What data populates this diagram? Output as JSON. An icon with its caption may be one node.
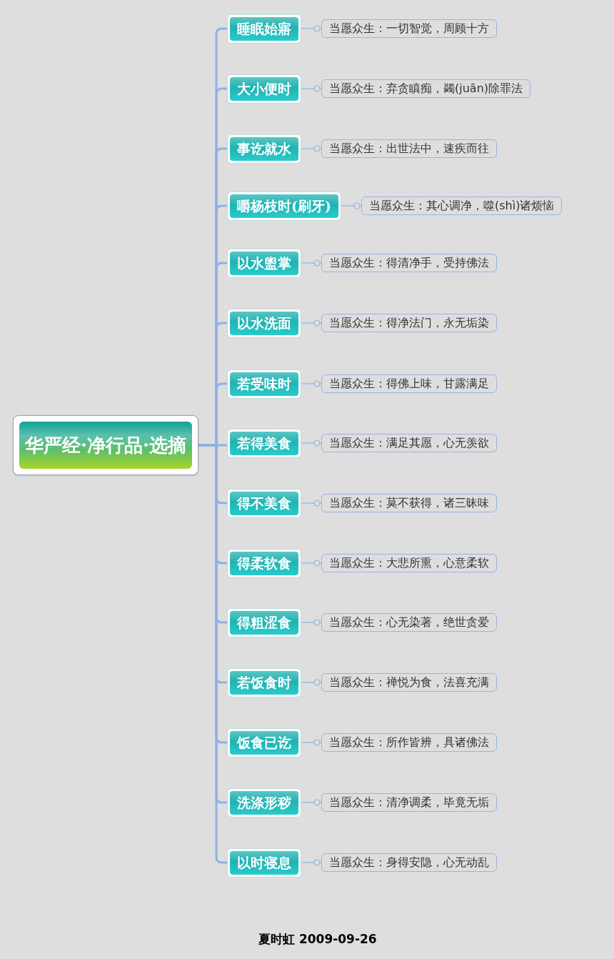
{
  "diagram": {
    "caption": "夏时虹 2009-09-26",
    "nodes": [
      {
        "text": [
          "华严经·净行品·选摘"
        ]
      },
      {
        "text": [
          "睡眠始寤"
        ]
      },
      {
        "text": [
          "当愿众生：一切智觉，周顾十方"
        ]
      },
      {
        "text": [
          "大小便时"
        ]
      },
      {
        "text": [
          "当愿众生：弃贪瞋痴，蠲(juān)除罪法"
        ]
      },
      {
        "text": [
          "事讫就水"
        ]
      },
      {
        "text": [
          "当愿众生：出世法中，速疾而往"
        ]
      },
      {
        "text": [
          "嚼杨枝时(刷牙)"
        ]
      },
      {
        "text": [
          "当愿众生：其心调净，噬(shì)诸烦恼"
        ]
      },
      {
        "text": [
          "以水盥掌"
        ]
      },
      {
        "text": [
          "当愿众生：得清净手，受持佛法"
        ]
      },
      {
        "text": [
          "以水洗面"
        ]
      },
      {
        "text": [
          "当愿众生：得净法门，永无垢染"
        ]
      },
      {
        "text": [
          "若受味时"
        ]
      },
      {
        "text": [
          "当愿众生：得佛上味，甘露满足"
        ]
      },
      {
        "text": [
          "若得美食"
        ]
      },
      {
        "text": [
          "当愿众生：满足其愿，心无羡欲"
        ]
      },
      {
        "text": [
          "得不美食"
        ]
      },
      {
        "text": [
          "当愿众生：莫不获得，诸三昧味"
        ]
      },
      {
        "text": [
          "得柔软食"
        ]
      },
      {
        "text": [
          "当愿众生：大悲所熏，心意柔软"
        ]
      },
      {
        "text": [
          "得粗涩食"
        ]
      },
      {
        "text": [
          "当愿众生：心无染著，绝世贪爱"
        ]
      },
      {
        "text": [
          "若饭食时"
        ]
      },
      {
        "text": [
          "当愿众生：禅悦为食，法喜充满"
        ]
      },
      {
        "text": [
          "饭食已讫"
        ]
      },
      {
        "text": [
          "当愿众生：所作皆辨，具诸佛法"
        ]
      },
      {
        "text": [
          "洗涤形秽"
        ]
      },
      {
        "text": [
          "当愿众生：清净调柔，毕竟无垢"
        ]
      },
      {
        "text": [
          "以时寝息"
        ]
      },
      {
        "text": [
          "当愿众生：身得安隐，心无动乱"
        ]
      }
    ],
    "edges": [
      {
        "from": 0,
        "to": 1,
        "arrow": "none"
      },
      {
        "from": 1,
        "to": 2,
        "arrow": "other"
      },
      {
        "from": 0,
        "to": 3,
        "arrow": "none"
      },
      {
        "from": 3,
        "to": 4,
        "arrow": "other"
      },
      {
        "from": 0,
        "to": 5,
        "arrow": "none"
      },
      {
        "from": 5,
        "to": 6,
        "arrow": "other"
      },
      {
        "from": 0,
        "to": 7,
        "arrow": "none"
      },
      {
        "from": 7,
        "to": 8,
        "arrow": "other"
      },
      {
        "from": 0,
        "to": 9,
        "arrow": "none"
      },
      {
        "from": 9,
        "to": 10,
        "arrow": "other"
      },
      {
        "from": 0,
        "to": 11,
        "arrow": "none"
      },
      {
        "from": 11,
        "to": 12,
        "arrow": "other"
      },
      {
        "from": 0,
        "to": 13,
        "arrow": "none"
      },
      {
        "from": 13,
        "to": 14,
        "arrow": "other"
      },
      {
        "from": 0,
        "to": 15,
        "arrow": "none"
      },
      {
        "from": 15,
        "to": 16,
        "arrow": "other"
      },
      {
        "from": 0,
        "to": 17,
        "arrow": "none"
      },
      {
        "from": 17,
        "to": 18,
        "arrow": "other"
      },
      {
        "from": 0,
        "to": 19,
        "arrow": "none"
      },
      {
        "from": 19,
        "to": 20,
        "arrow": "other"
      },
      {
        "from": 0,
        "to": 21,
        "arrow": "none"
      },
      {
        "from": 21,
        "to": 22,
        "arrow": "other"
      },
      {
        "from": 0,
        "to": 23,
        "arrow": "none"
      },
      {
        "from": 23,
        "to": 24,
        "arrow": "other"
      },
      {
        "from": 0,
        "to": 25,
        "arrow": "none"
      },
      {
        "from": 25,
        "to": 26,
        "arrow": "other"
      },
      {
        "from": 0,
        "to": 27,
        "arrow": "none"
      },
      {
        "from": 27,
        "to": 28,
        "arrow": "other"
      },
      {
        "from": 0,
        "to": 29,
        "arrow": "none"
      },
      {
        "from": 29,
        "to": 30,
        "arrow": "other"
      }
    ]
  }
}
